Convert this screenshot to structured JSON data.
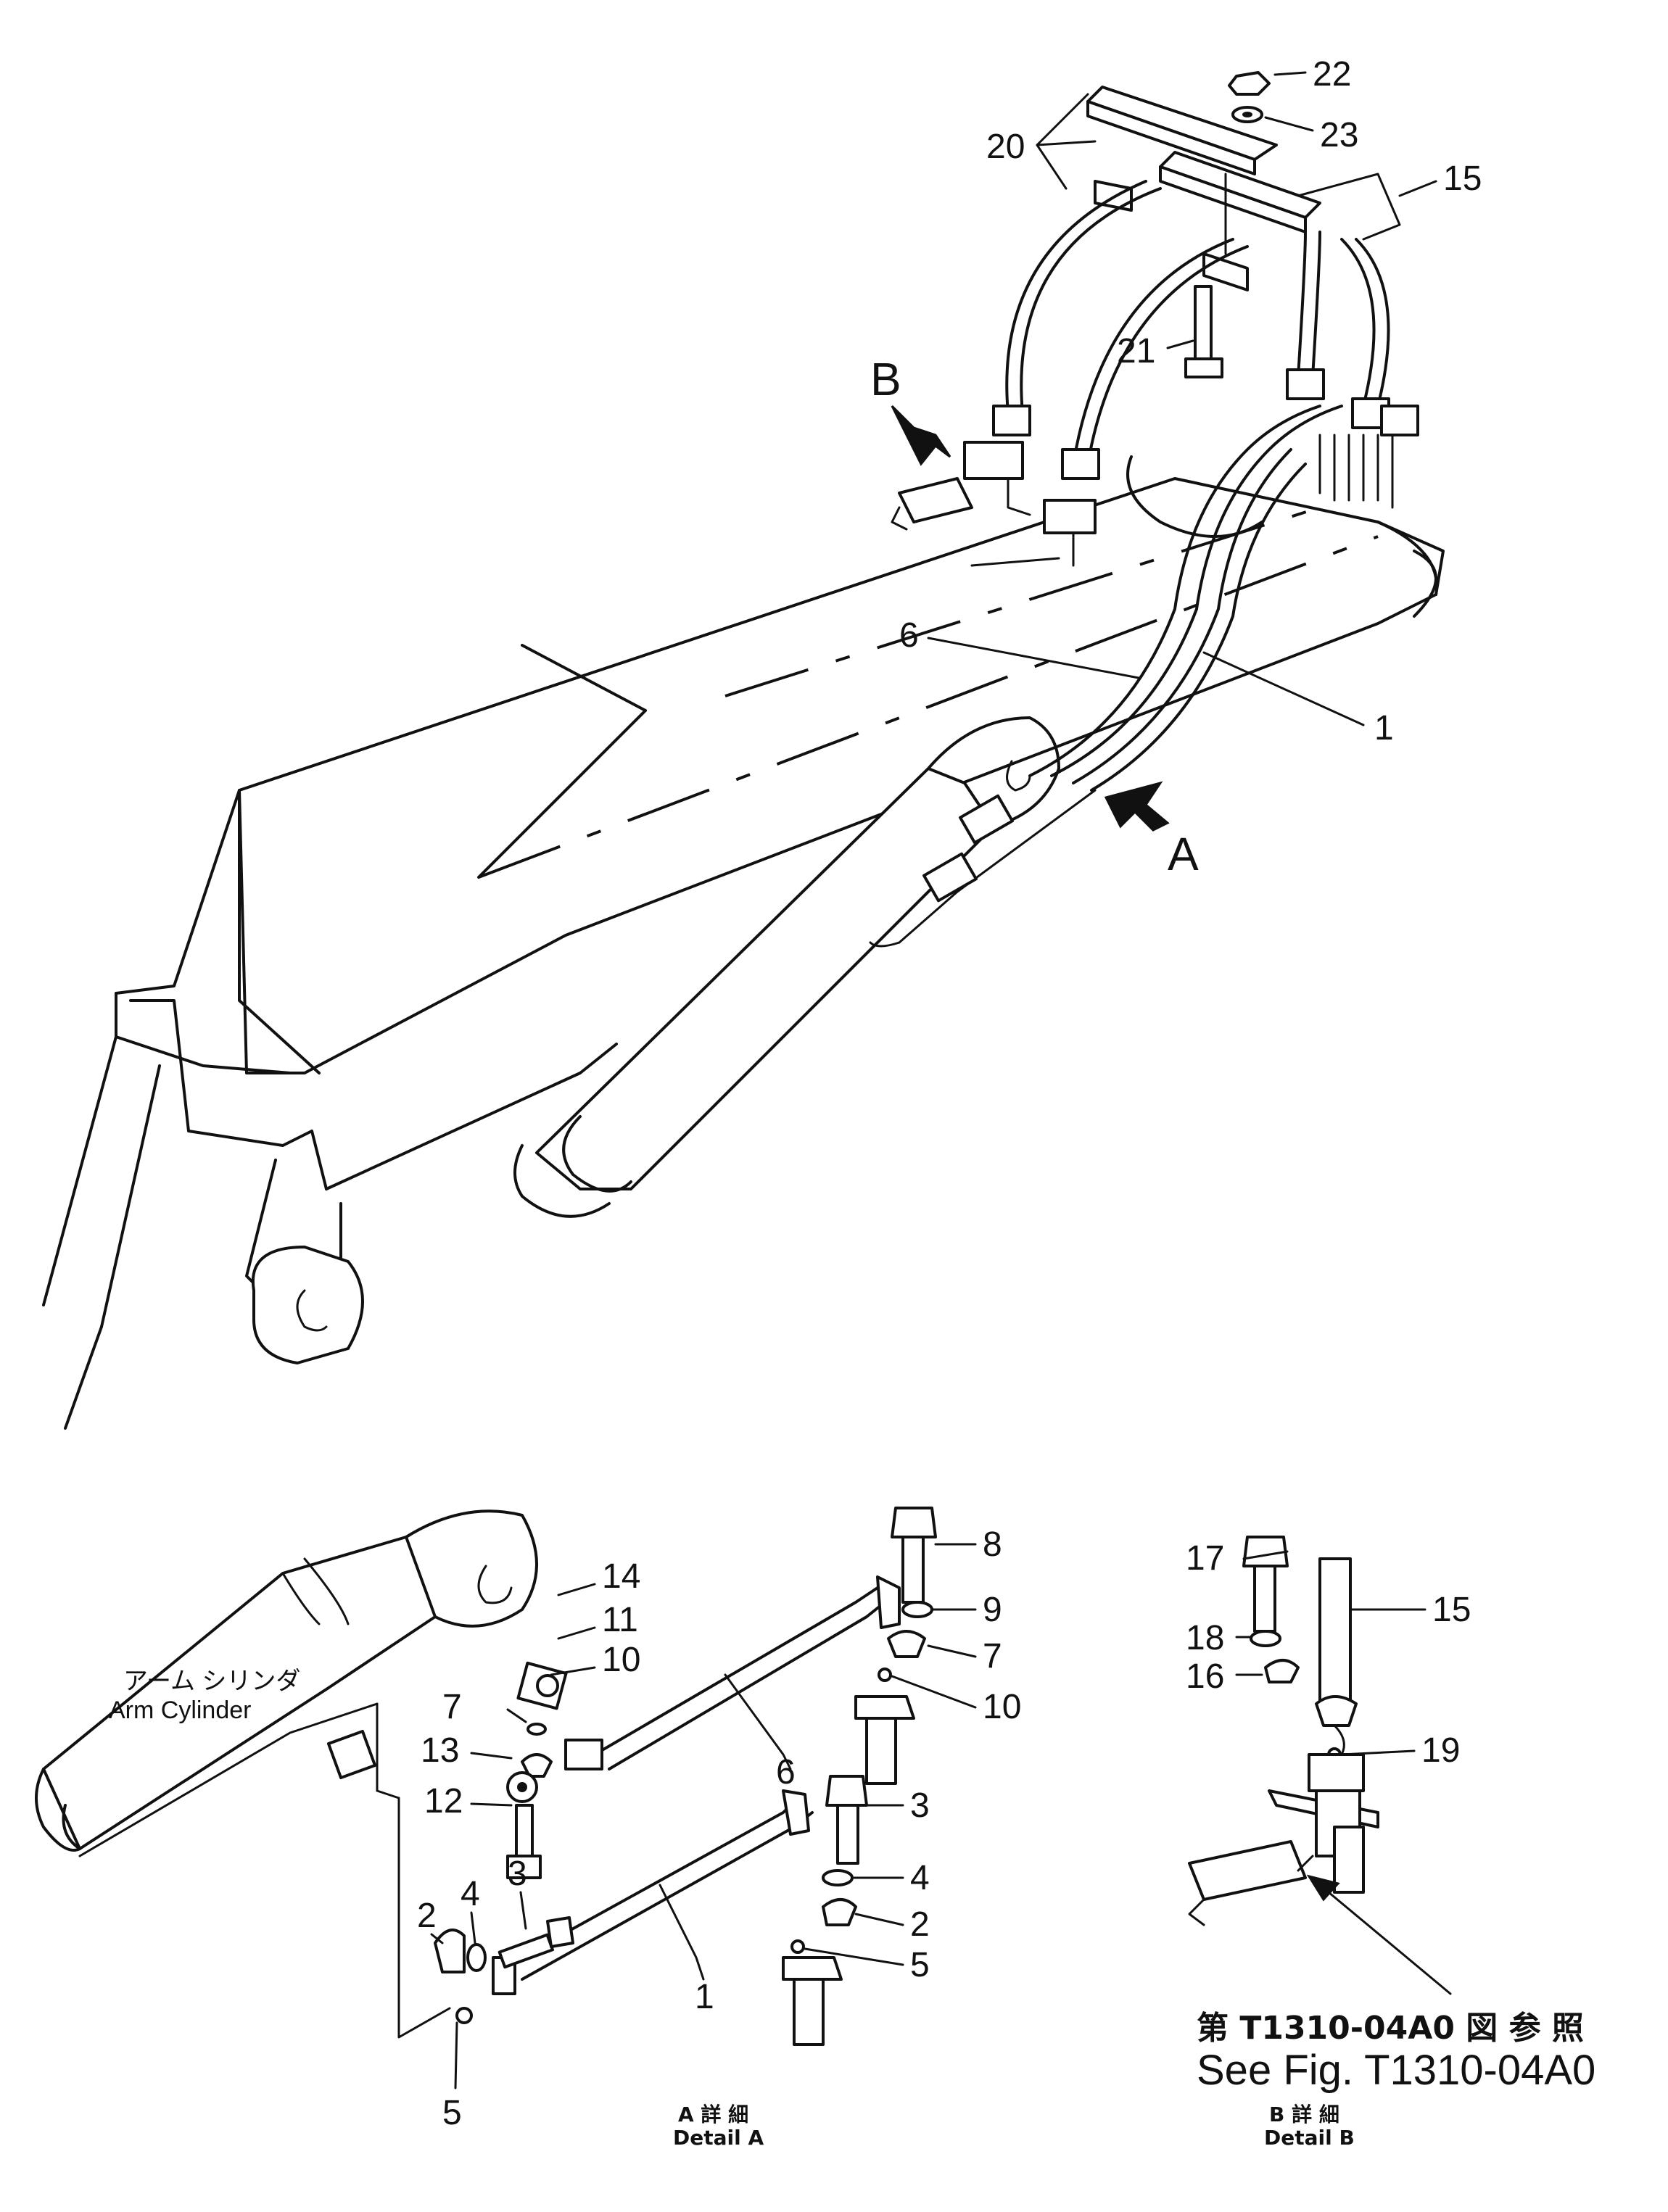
{
  "callouts": {
    "c1": "1",
    "c6": "6",
    "c15": "15",
    "c20": "20",
    "c21": "21",
    "c22": "22",
    "c23": "23",
    "arrow_a": "A",
    "arrow_b": "B",
    "da_1": "1",
    "da_2a": "2",
    "da_2b": "2",
    "da_3a": "3",
    "da_3b": "3",
    "da_4a": "4",
    "da_4b": "4",
    "da_5a": "5",
    "da_5b": "5",
    "da_6": "6",
    "da_7a": "7",
    "da_7b": "7",
    "da_8": "8",
    "da_9": "9",
    "da_10a": "10",
    "da_10b": "10",
    "da_11": "11",
    "da_12": "12",
    "da_13": "13",
    "da_14": "14",
    "db_15": "15",
    "db_16": "16",
    "db_17": "17",
    "db_18": "18",
    "db_19": "19"
  },
  "arm_cylinder": {
    "jp": "アーム シリンダ",
    "en": "Arm Cylinder"
  },
  "detail_a": {
    "jp": "A 詳 細",
    "en": "Detail A"
  },
  "detail_b": {
    "jp": "B 詳 細",
    "en": "Detail B"
  },
  "reference": {
    "jp": "第 T1310-04A0 図 参 照",
    "en": "See Fig. T1310-04A0"
  }
}
